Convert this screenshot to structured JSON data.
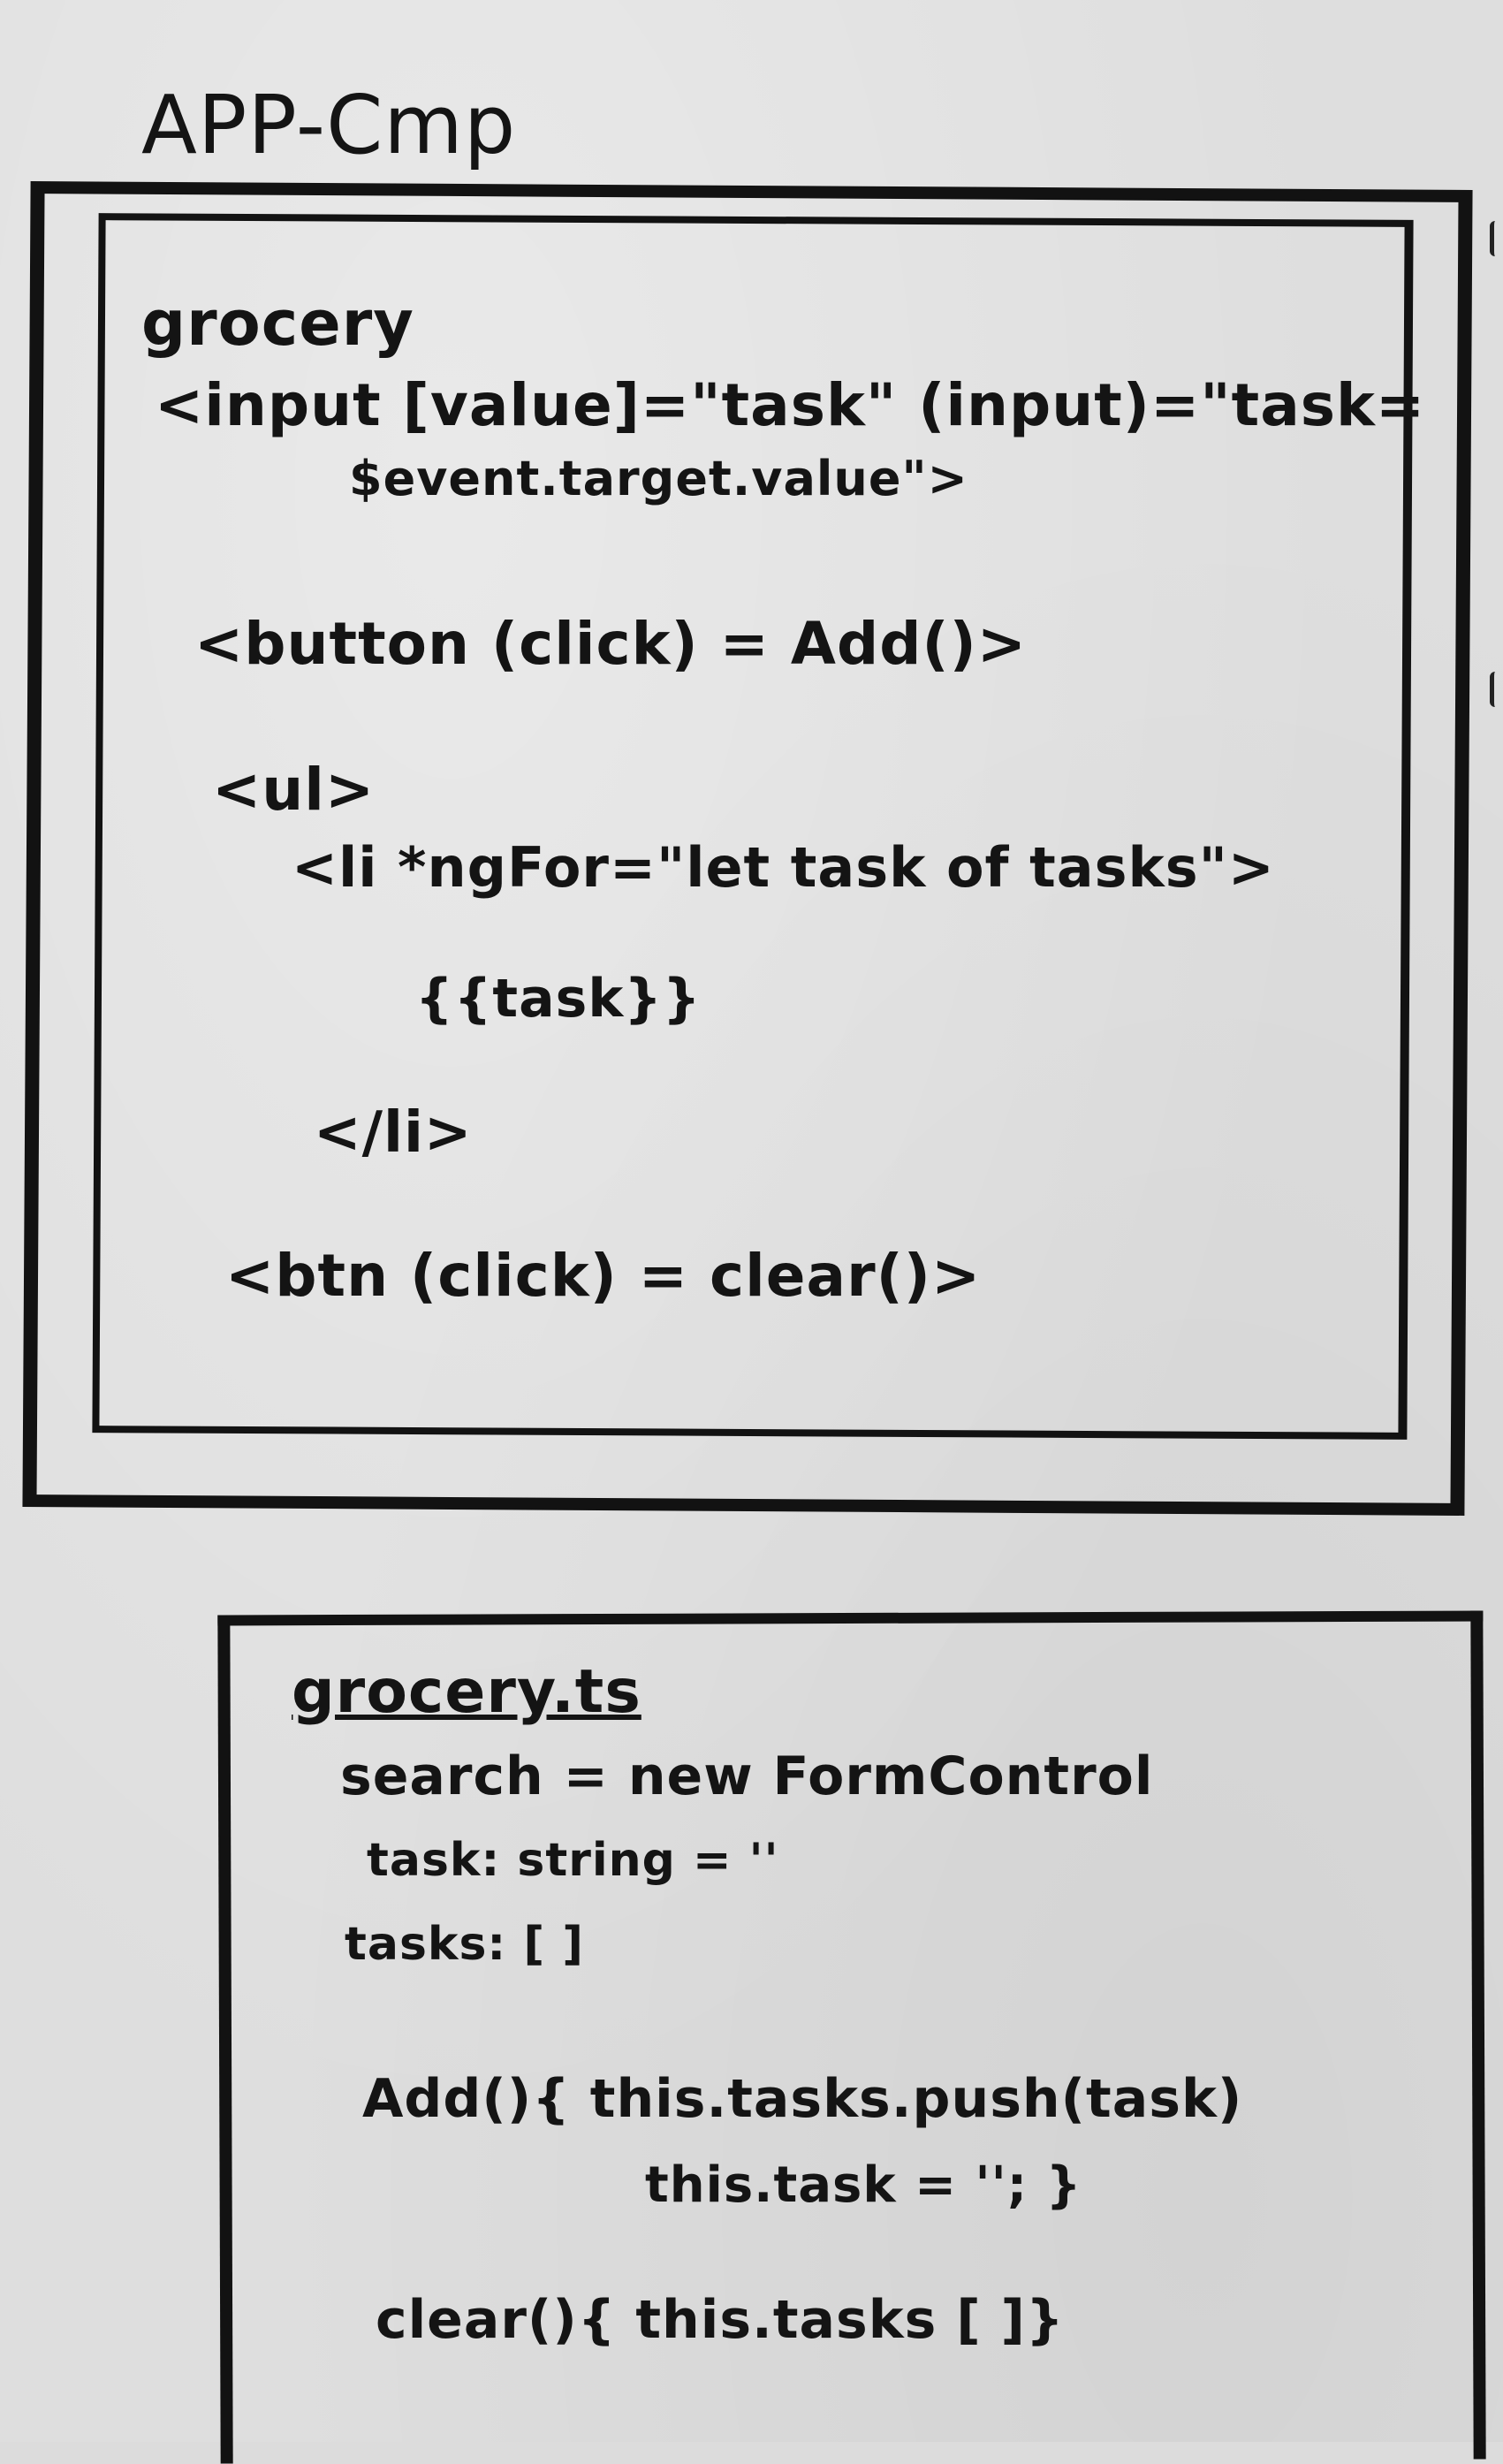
{
  "title": "APP-Cmp",
  "app_component_box": {
    "label": "grocery",
    "lines": [
      "<input [value]=\"task\" (input)=\"task=",
      "$event.target.value\">",
      "<button (click) = Add()>",
      "<ul>",
      "<li *ngFor=\"let task of tasks\">",
      "{{task}}",
      "</li>",
      "<btn (click) = clear()>"
    ]
  },
  "ts_box": {
    "label": "grocery.ts",
    "lines": [
      "search = new FormControl",
      "task: string = ''",
      "tasks: [ ]",
      "Add(){ this.tasks.push(task)",
      "this.task = ''; }",
      "clear(){ this.tasks [ ]}"
    ]
  }
}
